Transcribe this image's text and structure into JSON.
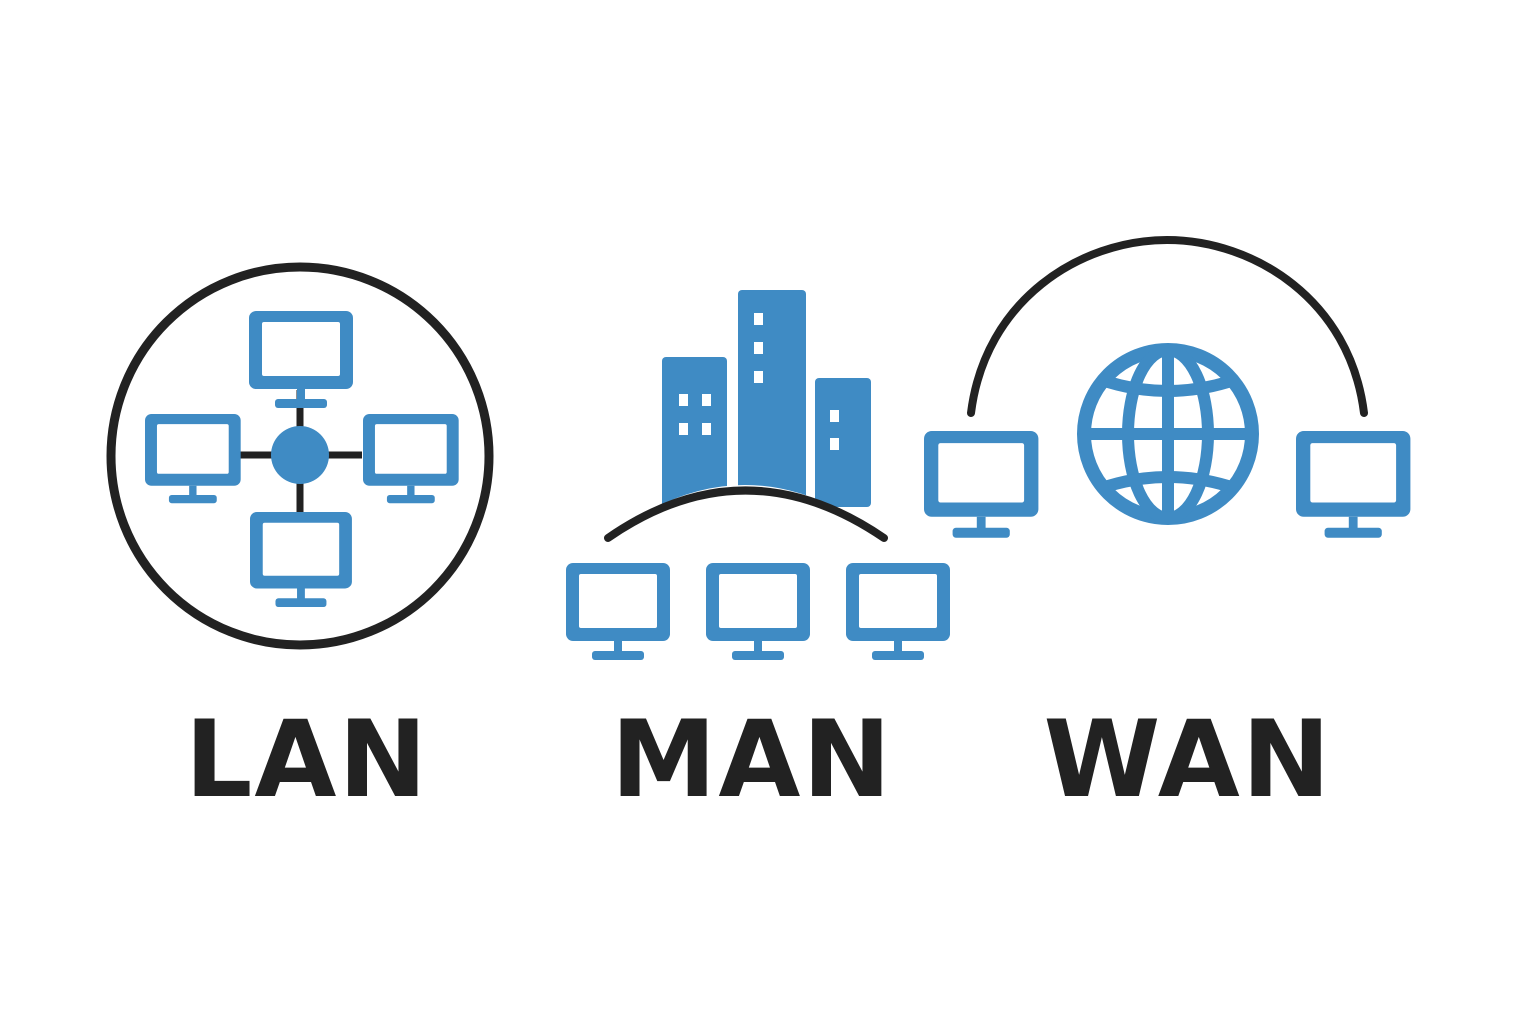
{
  "colors": {
    "accent": "#3f8bc4",
    "stroke": "#222222",
    "background": "#ffffff"
  },
  "networks": [
    {
      "id": "lan",
      "label": "LAN",
      "icon": "star-topology-circle-icon"
    },
    {
      "id": "man",
      "label": "MAN",
      "icon": "city-buildings-icon"
    },
    {
      "id": "wan",
      "label": "WAN",
      "icon": "globe-icon"
    }
  ]
}
